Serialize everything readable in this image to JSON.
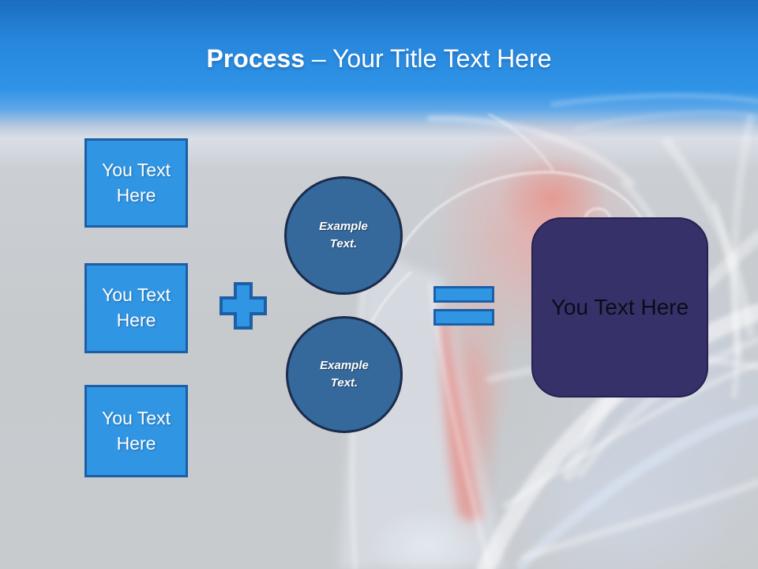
{
  "title": {
    "bold": "Process",
    "rest": " – Your Title Text Here"
  },
  "left_boxes": [
    {
      "label": "You Text Here"
    },
    {
      "label": "You Text Here"
    },
    {
      "label": "You Text Here"
    }
  ],
  "circles": [
    {
      "label": "Example Text."
    },
    {
      "label": "Example Text."
    }
  ],
  "result_box": {
    "label": "You Text Here"
  },
  "icons": {
    "plus": "+",
    "equals": "="
  },
  "colors": {
    "header_blue_top": "#1b6dc0",
    "header_blue": "#2f93e6",
    "box_fill": "#3095e2",
    "box_border": "#1d5fa6",
    "circle_fill": "#35689b",
    "circle_border": "#1b2b4b",
    "result_fill": "#363269",
    "result_border": "#262051",
    "result_text": "#0b0b18",
    "background_gray": "#c6cacd",
    "title_text": "#ffffff"
  }
}
